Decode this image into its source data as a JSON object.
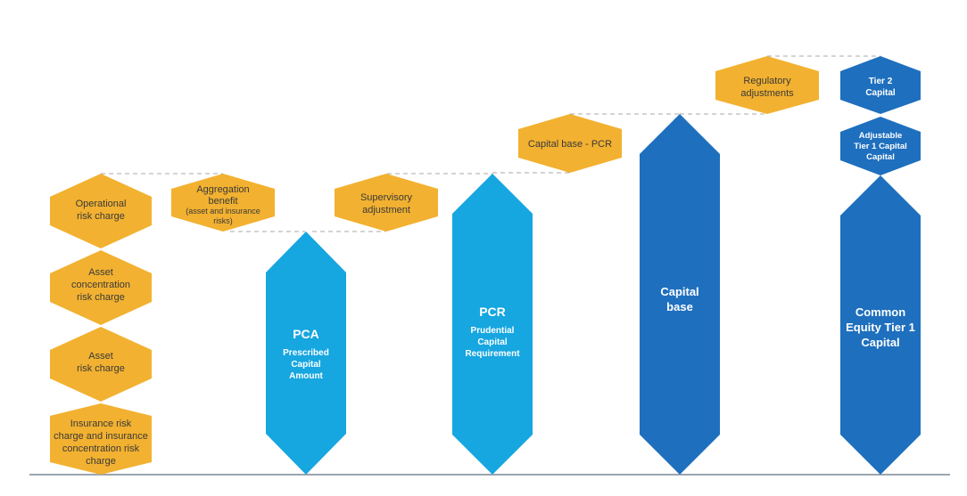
{
  "colors": {
    "orange": "#F2B130",
    "light_blue": "#16A6E0",
    "dark_blue": "#1E6FBE",
    "text_dark": "#3a3a3a",
    "baseline": "#9aa5ae",
    "dashed": "#a8a8a8"
  },
  "stack": {
    "operational": [
      "Operational",
      "risk charge"
    ],
    "asset_concentration": [
      "Asset",
      "concentration",
      "risk charge"
    ],
    "asset_risk": [
      "Asset",
      "risk charge"
    ],
    "insurance": [
      "Insurance risk",
      "charge and insurance",
      "concentration risk",
      "charge"
    ]
  },
  "aggregation": {
    "line1": "Aggregation",
    "line2": "benefit",
    "line3": "(asset and insurance",
    "line4": "risks)"
  },
  "supervisory": [
    "Supervisory",
    "adjustment"
  ],
  "capital_base_pcr": "Capital base - PCR",
  "regulatory": [
    "Regulatory",
    "adjustments"
  ],
  "pca": {
    "title": "PCA",
    "sub": [
      "Prescribed",
      "Capital",
      "Amount"
    ]
  },
  "pcr": {
    "title": "PCR",
    "sub": [
      "Prudential",
      "Capital",
      "Requirement"
    ]
  },
  "capital_base": [
    "Capital",
    "base"
  ],
  "tier2": [
    "Tier 2",
    "Capital"
  ],
  "adjustable": [
    "Adjustable",
    "Tier 1 Capital",
    "Capital"
  ],
  "cet1": [
    "Common",
    "Equity Tier 1",
    "Capital"
  ]
}
